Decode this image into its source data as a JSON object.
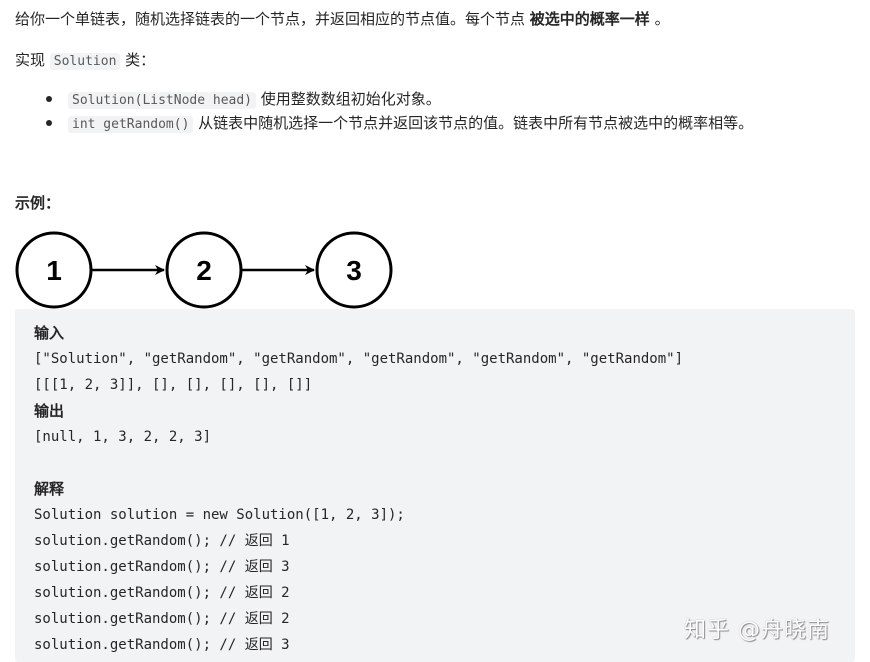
{
  "problem": {
    "intro_text": "给你一个单链表，随机选择链表的一个节点，并返回相应的节点值。每个节点 ",
    "intro_bold": "被选中的概率一样",
    "intro_end": " 。",
    "implement_prefix": "实现 ",
    "implement_class": "Solution",
    "implement_suffix": " 类：",
    "methods": [
      {
        "code": "Solution(ListNode head)",
        "desc": " 使用整数数组初始化对象。"
      },
      {
        "code": "int getRandom()",
        "desc": " 从链表中随机选择一个节点并返回该节点的值。链表中所有节点被选中的概率相等。"
      }
    ]
  },
  "example": {
    "title": "示例：",
    "diagram": {
      "nodes": [
        "1",
        "2",
        "3"
      ],
      "stroke_color": "#000000"
    },
    "input_label": "输入",
    "input_line1": "[\"Solution\", \"getRandom\", \"getRandom\", \"getRandom\", \"getRandom\", \"getRandom\"]",
    "input_line2": "[[[1, 2, 3]], [], [], [], [], []]",
    "output_label": "输出",
    "output_line": "[null, 1, 3, 2, 2, 3]",
    "explanation_label": "解释",
    "explanation_lines": [
      "Solution solution = new Solution([1, 2, 3]);",
      "solution.getRandom(); // 返回 1",
      "solution.getRandom(); // 返回 3",
      "solution.getRandom(); // 返回 2",
      "solution.getRandom(); // 返回 2",
      "solution.getRandom(); // 返回 3"
    ]
  },
  "watermark": "知乎 @舟晓南",
  "colors": {
    "text": "#262626",
    "code_bg": "#f2f3f5",
    "inline_code_text": "#595959"
  }
}
